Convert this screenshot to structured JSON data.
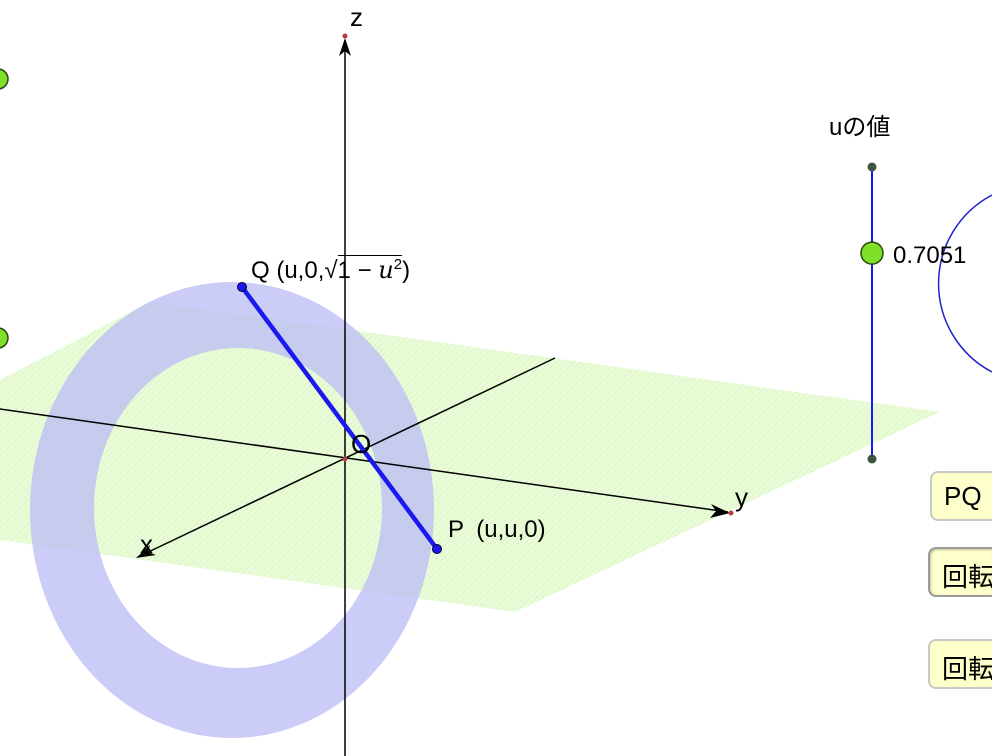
{
  "axes": {
    "x": "x",
    "y": "y",
    "z": "z",
    "origin": "O"
  },
  "points": {
    "q_name": "Q",
    "q_coords_prefix": "(u,0,",
    "q_coords_sqrt": "1 −",
    "q_coords_var": "u",
    "q_coords_exp": "2",
    "q_coords_suffix": ")",
    "p_name": "P",
    "p_coords": "(u,u,0)"
  },
  "slider": {
    "label": "uの値",
    "value_text": "0.7051",
    "value": 0.7051
  },
  "buttons": [
    {
      "label": "PQ"
    },
    {
      "label": "回転"
    },
    {
      "label": "回転"
    }
  ],
  "colors": {
    "segment": "#1a1aee",
    "ring": "#b4b4f4",
    "plane": "#e8ffd0",
    "slider_handle": "#7fe02a",
    "button_bg": "#ffffcc"
  }
}
